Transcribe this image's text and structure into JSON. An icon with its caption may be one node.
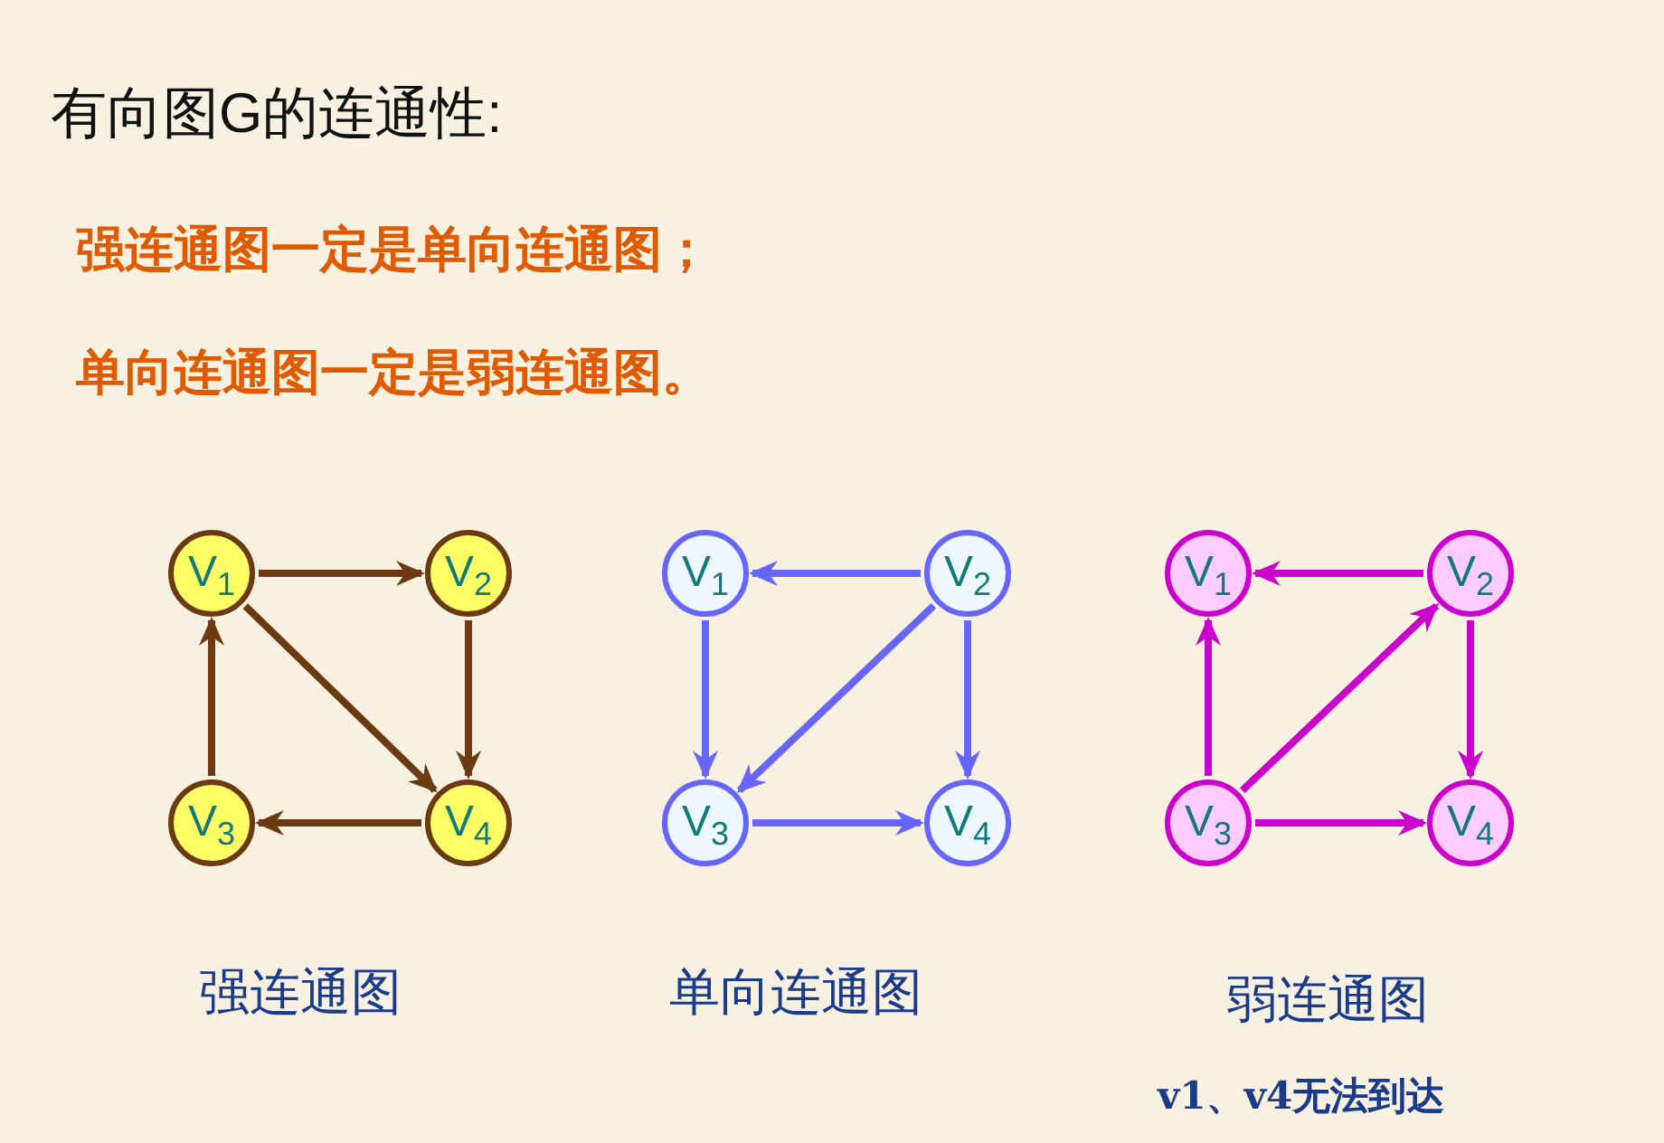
{
  "diagram": {
    "title": "有向图G的连通性:",
    "nodes": [
      {
        "text": [
          "V$_{1}$"
        ]
      },
      {
        "text": [
          "V$_{2}$"
        ]
      },
      {
        "text": [
          "V$_{3}$"
        ]
      },
      {
        "text": [
          "V$_{4}$"
        ]
      },
      {
        "text": [
          "V$_{1}$"
        ]
      },
      {
        "text": [
          "V$_{2}$"
        ]
      },
      {
        "text": [
          "V$_{3}$"
        ]
      },
      {
        "text": [
          "V$_{4}$"
        ]
      },
      {
        "text": [
          "V$_{1}$"
        ]
      },
      {
        "text": [
          "V$_{2}$"
        ]
      },
      {
        "text": [
          "V$_{3}$"
        ]
      },
      {
        "text": [
          "V$_{4}$"
        ]
      }
    ],
    "edges": [
      {
        "from": 0,
        "to": 1,
        "arrow": "to",
        "color": "#6b3a10"
      },
      {
        "from": 1,
        "to": 3,
        "arrow": "to",
        "color": "#6b3a10"
      },
      {
        "from": 0,
        "to": 3,
        "arrow": "to",
        "color": "#6b3a10"
      },
      {
        "from": 3,
        "to": 2,
        "arrow": "to",
        "color": "#6b3a10"
      },
      {
        "from": 2,
        "to": 0,
        "arrow": "to",
        "color": "#6b3a10"
      },
      {
        "from": 5,
        "to": 4,
        "arrow": "to",
        "color": "#6666ff"
      },
      {
        "from": 4,
        "to": 6,
        "arrow": "to",
        "color": "#6666ff"
      },
      {
        "from": 5,
        "to": 6,
        "arrow": "to",
        "color": "#6666ff"
      },
      {
        "from": 5,
        "to": 7,
        "arrow": "to",
        "color": "#6666ff"
      },
      {
        "from": 6,
        "to": 7,
        "arrow": "to",
        "color": "#6666ff"
      },
      {
        "from": 9,
        "to": 8,
        "arrow": "to",
        "color": "#cc00cc"
      },
      {
        "from": 10,
        "to": 8,
        "arrow": "to",
        "color": "#cc00cc"
      },
      {
        "from": 10,
        "to": 9,
        "arrow": "to",
        "color": "#cc00cc"
      },
      {
        "from": 9,
        "to": 11,
        "arrow": "to",
        "color": "#cc00cc"
      },
      {
        "from": 10,
        "to": 11,
        "arrow": "to",
        "color": "#cc00cc"
      }
    ],
    "labels": [
      "强连通图一定是单向连通图；",
      "单向连通图一定是弱连通图。",
      "强连通图",
      "单向连通图",
      "弱连通图",
      "v1、v4无法到达"
    ]
  }
}
